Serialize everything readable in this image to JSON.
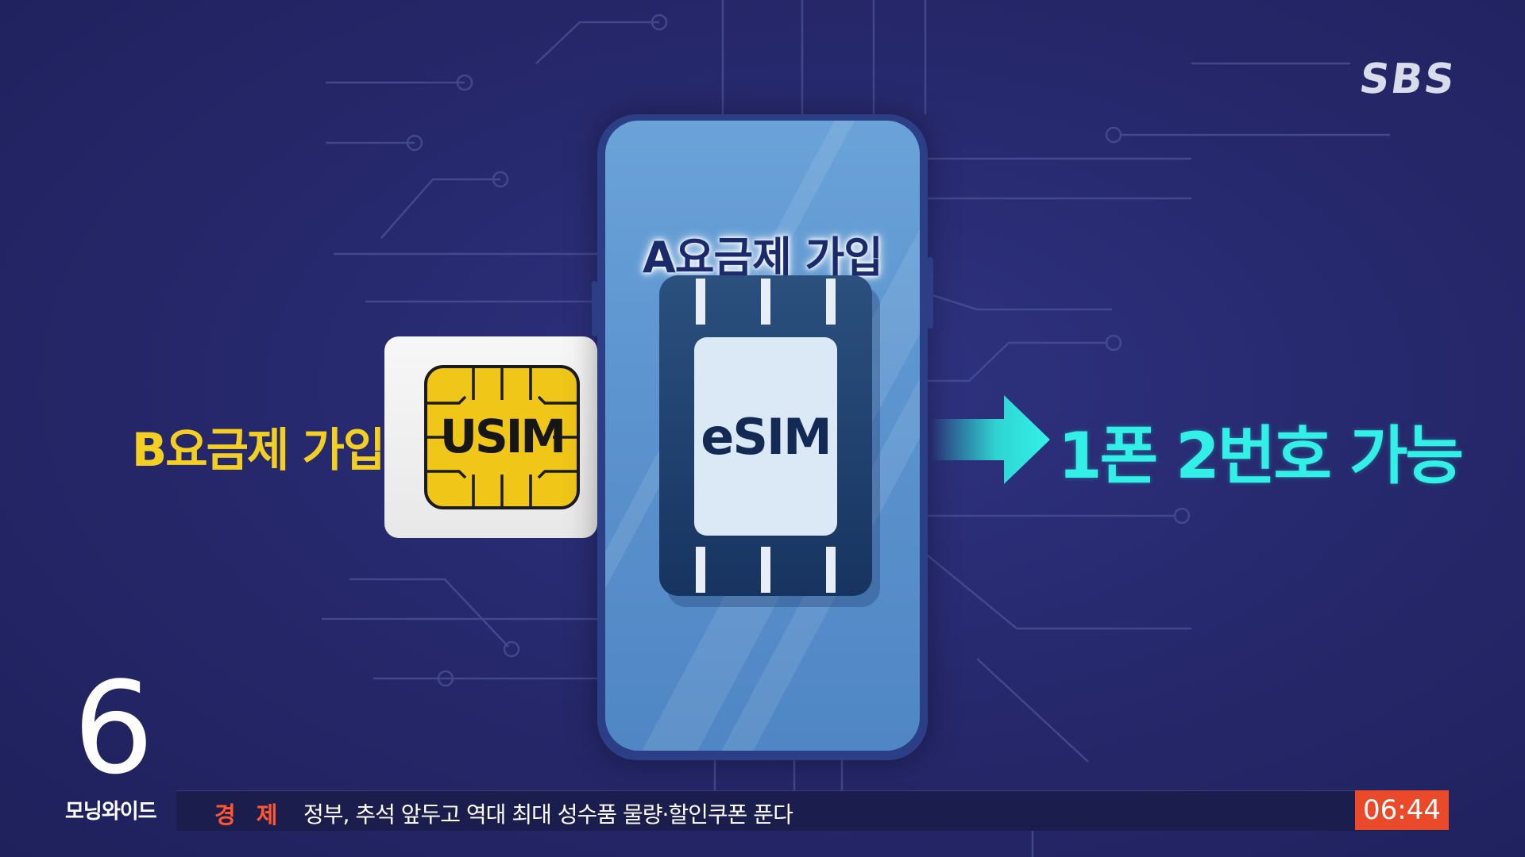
{
  "broadcaster": {
    "logo_text": "SBS"
  },
  "graphic": {
    "phone_label": "A요금제 가입",
    "esim_label": "eSIM",
    "usim_label": "USIM",
    "usim_plan_label": "B요금제 가입",
    "result_label": "1폰 2번호 가능",
    "colors": {
      "background": "#26286a",
      "phone_screen": "#5d95d0",
      "usim_chip": "#f0c619",
      "plan_b_text": "#f3cf22",
      "result_text": "#33f0e6",
      "arrow": "#2fe6dc"
    }
  },
  "program": {
    "number": "6",
    "name": "모닝와이드"
  },
  "ticker": {
    "category": "경 제",
    "headline": "정부, 추석 앞두고 역대 최대 성수품 물량·할인쿠폰 푼다",
    "time": "06:44",
    "colors": {
      "category": "#ff5630",
      "clock_bg": "#ea4a2a"
    }
  }
}
